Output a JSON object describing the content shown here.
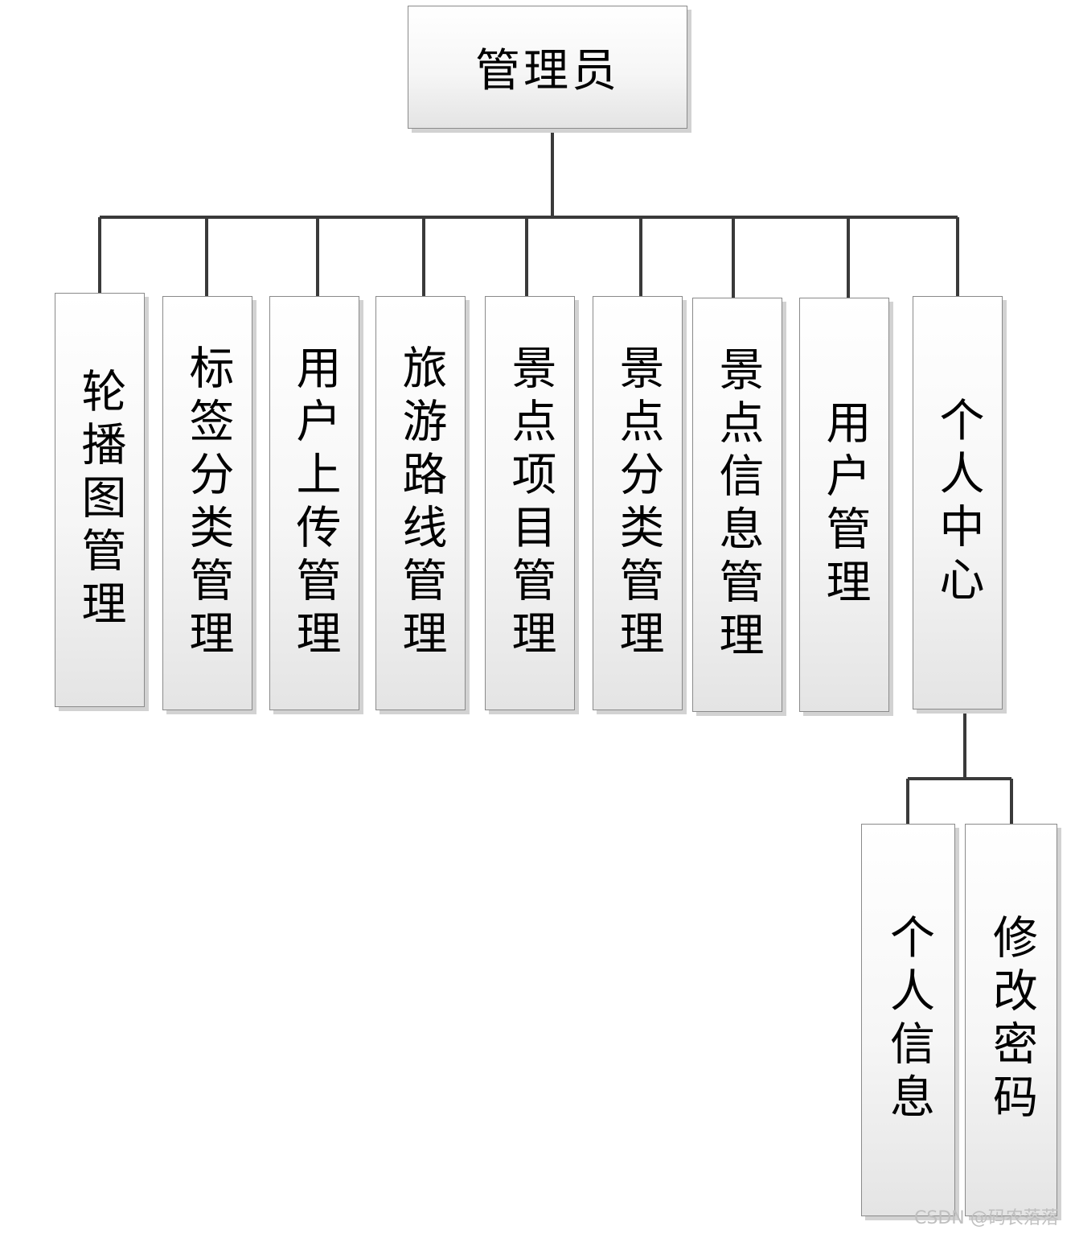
{
  "root": {
    "label": "管理员"
  },
  "modules": [
    {
      "label": "轮播图管理"
    },
    {
      "label": "标签分类管理"
    },
    {
      "label": "用户上传管理"
    },
    {
      "label": "旅游路线管理"
    },
    {
      "label": "景点项目管理"
    },
    {
      "label": "景点分类管理"
    },
    {
      "label": "景点信息管理"
    },
    {
      "label": "用户管理"
    },
    {
      "label": "个人中心"
    }
  ],
  "personal_center_children": [
    {
      "label": "个人信息"
    },
    {
      "label": "修改密码"
    }
  ],
  "watermark": "CSDN @码农落落"
}
